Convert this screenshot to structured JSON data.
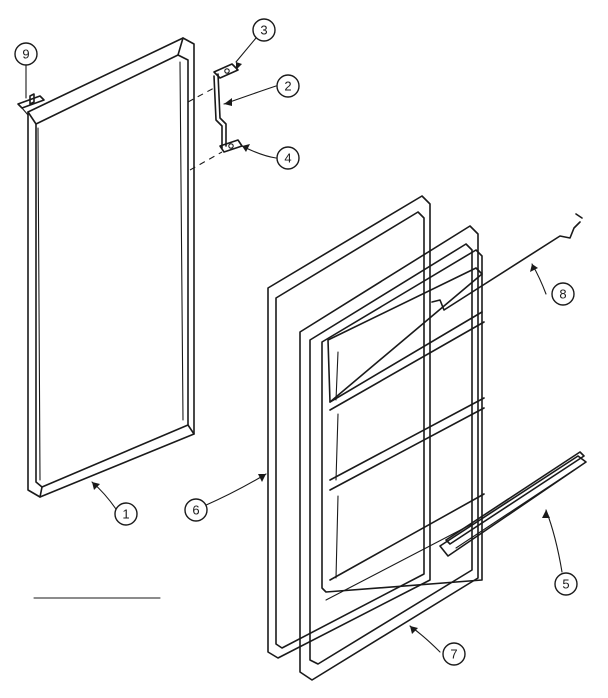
{
  "callouts": [
    {
      "id": "1",
      "label": "1"
    },
    {
      "id": "2",
      "label": "2"
    },
    {
      "id": "3",
      "label": "3"
    },
    {
      "id": "4",
      "label": "4"
    },
    {
      "id": "5",
      "label": "5"
    },
    {
      "id": "6",
      "label": "6"
    },
    {
      "id": "7",
      "label": "7"
    },
    {
      "id": "8",
      "label": "8"
    },
    {
      "id": "9",
      "label": "9"
    }
  ],
  "colors": {
    "ink": "#1a1a1a",
    "paper": "#ffffff"
  }
}
